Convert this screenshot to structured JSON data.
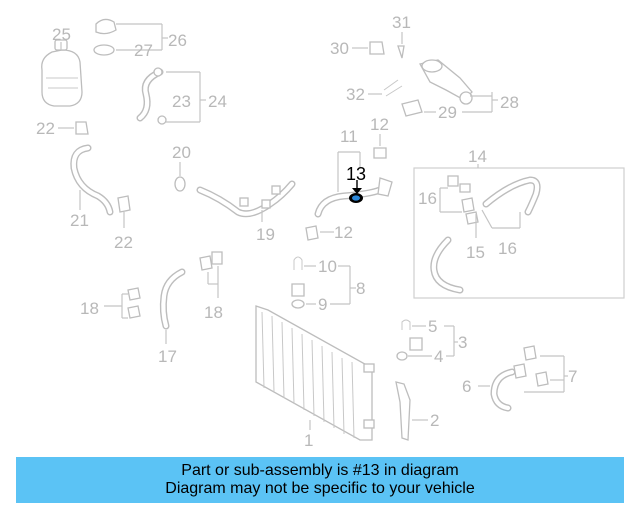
{
  "labels": {
    "l1": "1",
    "l2": "2",
    "l3": "3",
    "l4": "4",
    "l5": "5",
    "l6": "6",
    "l7": "7",
    "l8": "8",
    "l9": "9",
    "l10": "10",
    "l11": "11",
    "l12a": "12",
    "l12b": "12",
    "l13": "13",
    "l14": "14",
    "l15": "15",
    "l16a": "16",
    "l16b": "16",
    "l17": "17",
    "l18a": "18",
    "l18b": "18",
    "l19": "19",
    "l20": "20",
    "l21": "21",
    "l22a": "22",
    "l22b": "22",
    "l23": "23",
    "l24": "24",
    "l25": "25",
    "l26": "26",
    "l27": "27",
    "l28": "28",
    "l29": "29",
    "l30": "30",
    "l31": "31",
    "l32": "32"
  },
  "caption": {
    "line1": "Part or sub-assembly is #13 in diagram",
    "line2": "Diagram may not be specific to your vehicle"
  },
  "colors": {
    "highlight": "#000000",
    "faded": "#b8b8b8",
    "banner": "#5bc3f5"
  }
}
